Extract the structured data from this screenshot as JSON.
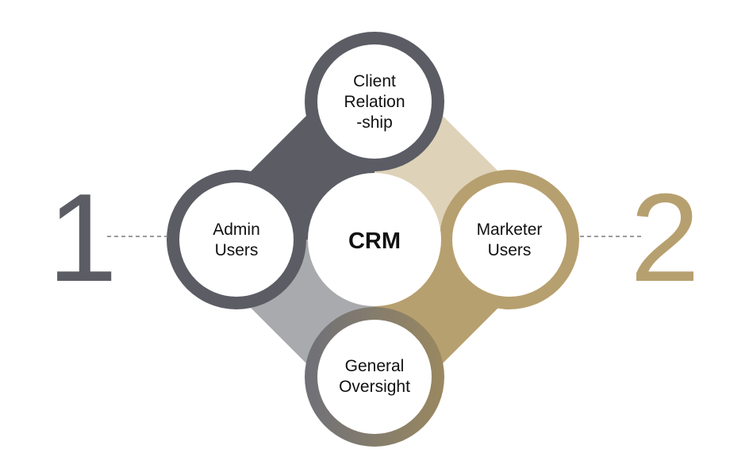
{
  "diagram": {
    "center": {
      "label": "CRM"
    },
    "nodes": {
      "top": {
        "lines": [
          "Client",
          "Relation",
          "-ship"
        ]
      },
      "left": {
        "lines": [
          "Admin",
          "Users"
        ]
      },
      "right": {
        "lines": [
          "Marketer",
          "Users"
        ]
      },
      "bottom": {
        "lines": [
          "General",
          "Oversight"
        ]
      }
    },
    "side_numbers": {
      "left": "1",
      "right": "2"
    }
  },
  "colors": {
    "dark_gray": "#5b5c64",
    "light_gray": "#a9aaad",
    "beige": "#ded2b8",
    "gold": "#b7a06f",
    "bottom_ring": "#7f7668",
    "white": "#ffffff",
    "dashed": "#7b7b7b"
  }
}
